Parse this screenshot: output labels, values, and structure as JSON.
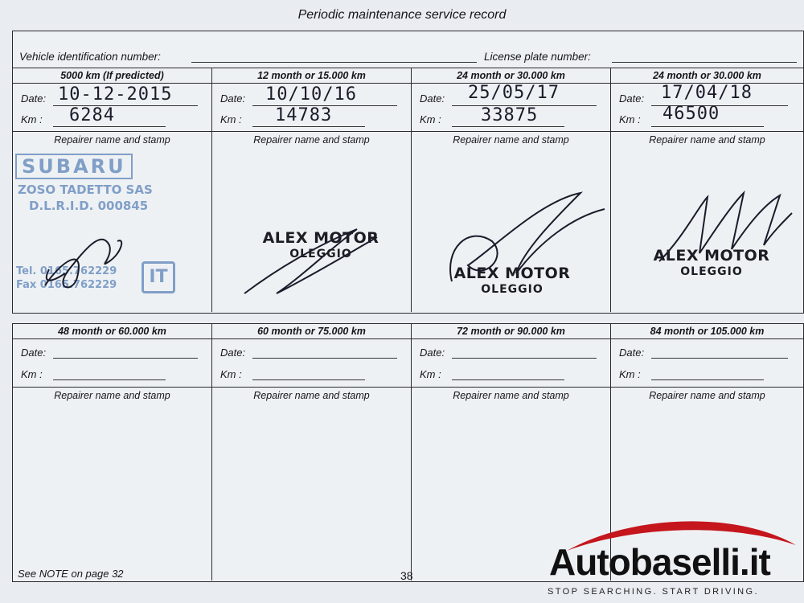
{
  "page": {
    "title": "Periodic maintenance service record",
    "footer_note": "See NOTE on page 32",
    "page_number": "38"
  },
  "vehicle": {
    "vin_label": "Vehicle identification number:",
    "plate_label": "License plate number:"
  },
  "labels": {
    "date": "Date:",
    "km": "Km :",
    "repairer": "Repairer name and stamp"
  },
  "services_top": [
    {
      "heading": "5000 km (If predicted)",
      "date": "10-12-2015",
      "km": "6284"
    },
    {
      "heading": "12 month or 15.000 km",
      "date": "10/10/16",
      "km": "14783"
    },
    {
      "heading": "24 month or 30.000 km",
      "date": "25/05/17",
      "km": "33875"
    },
    {
      "heading": "24 month or 30.000 km",
      "date": "17/04/18",
      "km": "46500"
    }
  ],
  "services_bottom": [
    {
      "heading": "48 month or 60.000 km"
    },
    {
      "heading": "60 month or 75.000 km"
    },
    {
      "heading": "72 month or 90.000 km"
    },
    {
      "heading": "84 month or 105.000 km"
    }
  ],
  "stamps": {
    "dealer_name": "ALEX MOTOR",
    "dealer_city": "OLEGGIO",
    "blue_stamp_lines": [
      "SUBARU",
      "ZOSO TADETTO SAS",
      "D.L.R.I.D. 000845",
      "Tel. 0165.762229",
      "Fax 0165.762229"
    ],
    "blue_badge": "IT"
  },
  "logo": {
    "text": "Autobaselli.it",
    "tagline": "STOP SEARCHING. START DRIVING.",
    "accent_color": "#c4161c"
  },
  "colors": {
    "paper": "#e9ecf1",
    "ink": "#16161c",
    "stamp_blue": "#5c84b8"
  }
}
